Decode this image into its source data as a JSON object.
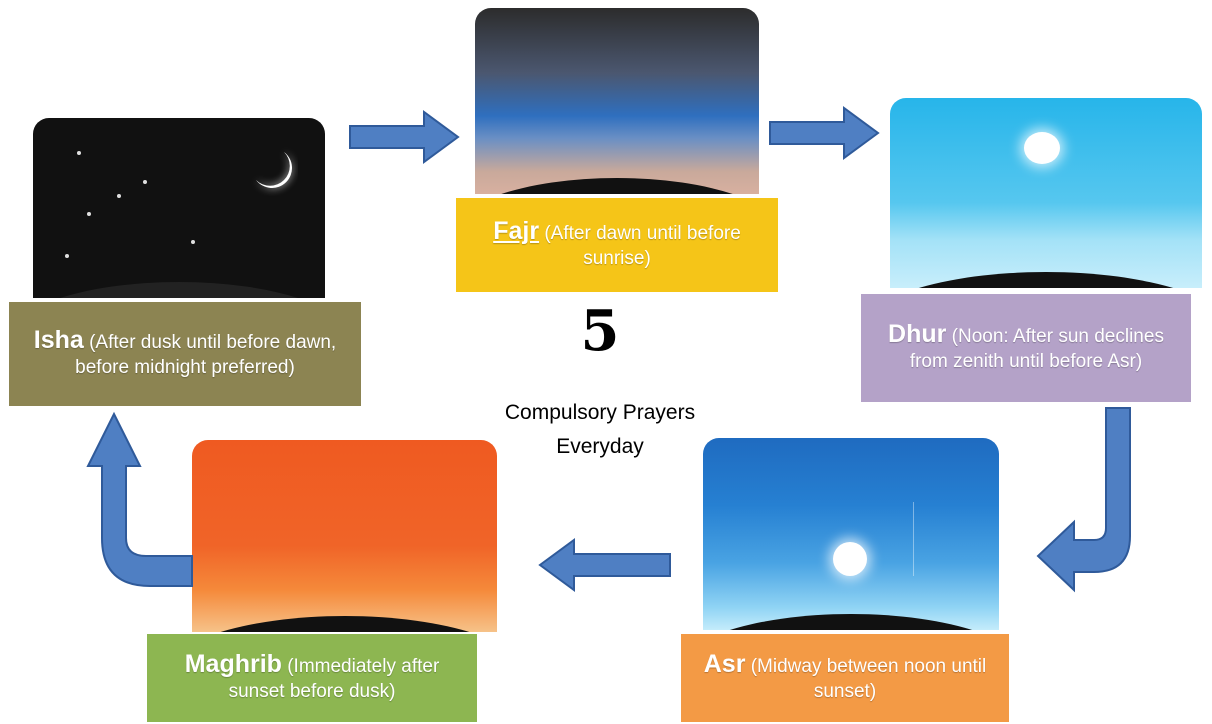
{
  "center": {
    "number": "5",
    "line1": "Compulsory Prayers",
    "line2": "Everyday"
  },
  "prayers": {
    "fajr": {
      "name": "Fajr",
      "detail": "(After dawn until before sunrise)",
      "color": "#f5c518"
    },
    "dhur": {
      "name": "Dhur",
      "detail": "(Noon:  After sun declines from zenith until before Asr)",
      "color": "#b4a2c8"
    },
    "asr": {
      "name": "Asr",
      "detail": "(Midway between noon until sunset)",
      "color": "#f39a45"
    },
    "maghrib": {
      "name": "Maghrib",
      "detail": "(Immediately after sunset before dusk)",
      "color": "#8db651"
    },
    "isha": {
      "name": "Isha",
      "detail": "(After dusk until before dawn, before midnight preferred)",
      "color": "#8c8452"
    }
  },
  "arrow_color": "#4f7fc3",
  "icons": [
    "crescent-moon-icon",
    "sun-icon",
    "arrow-right-icon",
    "arrow-down-curved-icon",
    "arrow-left-icon",
    "arrow-up-curved-icon"
  ]
}
